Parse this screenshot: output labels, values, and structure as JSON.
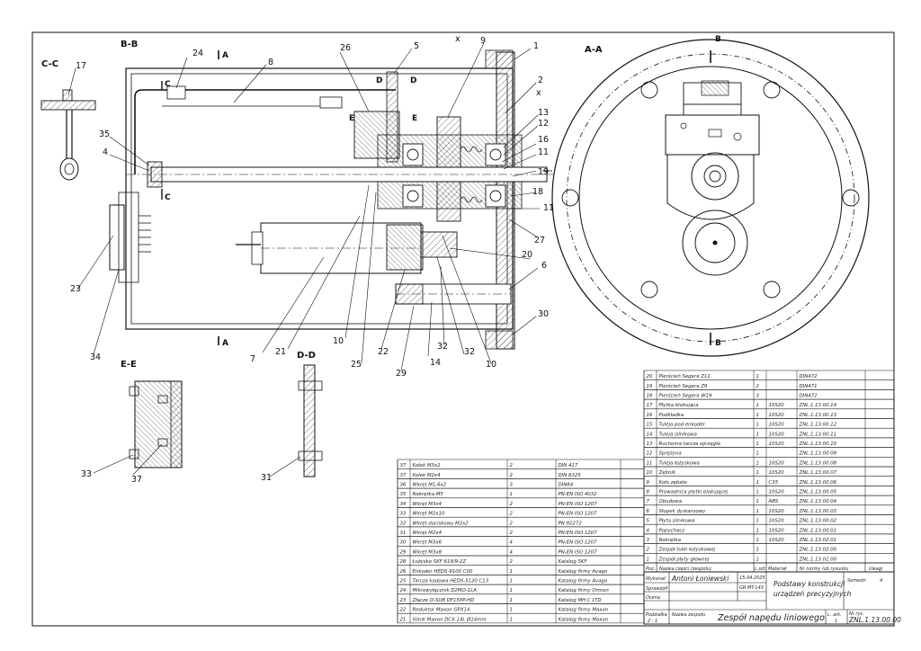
{
  "section_labels": {
    "bb": "B-B",
    "aa": "A-A",
    "cc": "C-C",
    "ee": "E-E",
    "dd": "D-D"
  },
  "cut_markers": {
    "a": "A",
    "b": "B",
    "c": "C",
    "d": "D",
    "e": "E",
    "x": "x"
  },
  "callouts": {
    "c1": "1",
    "c2": "2",
    "c4": "4",
    "c5": "5",
    "c6": "6",
    "c7": "7",
    "c8": "8",
    "c9": "9",
    "c10a": "10",
    "c10b": "10",
    "c11a": "11",
    "c11b": "11",
    "c12": "12",
    "c13": "13",
    "c14": "14",
    "c16": "16",
    "c17": "17",
    "c18": "18",
    "c19": "19",
    "c20": "20",
    "c21": "21",
    "c22": "22",
    "c23": "23",
    "c24": "24",
    "c25": "25",
    "c26": "26",
    "c27": "27",
    "c29": "29",
    "c30": "30",
    "c31": "31",
    "c32a": "32",
    "c32b": "32",
    "c33": "33",
    "c34": "34",
    "c35": "35",
    "c37": "37"
  },
  "bom_right": [
    {
      "no": "20",
      "name": "Pierścień Segera Z11",
      "qty": "1",
      "mat": "",
      "ref": "DIN472"
    },
    {
      "no": "19",
      "name": "Pierścień Segera Z9",
      "qty": "2",
      "mat": "",
      "ref": "DIN471"
    },
    {
      "no": "18",
      "name": "Pierścień Segera W19",
      "qty": "3",
      "mat": "",
      "ref": "DIN472"
    },
    {
      "no": "17",
      "name": "Płytka blokująca",
      "qty": "1",
      "mat": "10S20",
      "ref": "ZNL.1.13.00.14"
    },
    {
      "no": "16",
      "name": "Podkładka",
      "qty": "1",
      "mat": "10S20",
      "ref": "ZNL.1.13.00.13"
    },
    {
      "no": "15",
      "name": "Tuleja pod enkoder",
      "qty": "1",
      "mat": "10S20",
      "ref": "ZNL.1.13.00.12"
    },
    {
      "no": "14",
      "name": "Tuleja silnikowa",
      "qty": "1",
      "mat": "10S20",
      "ref": "ZNL.1.13.00.11"
    },
    {
      "no": "13",
      "name": "Ruchoma tarcza sprzęgła",
      "qty": "1",
      "mat": "10S20",
      "ref": "ZNL.1.13.00.10"
    },
    {
      "no": "12",
      "name": "Sprężyna",
      "qty": "1",
      "mat": "",
      "ref": "ZNL.1.13.00.09"
    },
    {
      "no": "11",
      "name": "Tuleja łożyskowa",
      "qty": "1",
      "mat": "10S20",
      "ref": "ZNL.1.13.00.08"
    },
    {
      "no": "10",
      "name": "Zębnik",
      "qty": "1",
      "mat": "10S20",
      "ref": "ZNL.1.13.00.07"
    },
    {
      "no": "9",
      "name": "Koło zębate",
      "qty": "1",
      "mat": "C35",
      "ref": "ZNL.1.13.00.06"
    },
    {
      "no": "8",
      "name": "Prowadnica płytki blokującej",
      "qty": "1",
      "mat": "10S20",
      "ref": "ZNL.1.13.00.05"
    },
    {
      "no": "7",
      "name": "Obudowa",
      "qty": "1",
      "mat": "ABS",
      "ref": "ZNL.1.13.00.04"
    },
    {
      "no": "6",
      "name": "Słupek dystansowy",
      "qty": "1",
      "mat": "10S20",
      "ref": "ZNL.1.13.00.03"
    },
    {
      "no": "5",
      "name": "Płyta silnikowa",
      "qty": "1",
      "mat": "10S20",
      "ref": "ZNL.1.13.00.02"
    },
    {
      "no": "4",
      "name": "Popychacz",
      "qty": "1",
      "mat": "10S20",
      "ref": "ZNL.1.13.00.01"
    },
    {
      "no": "3",
      "name": "Nakrętka",
      "qty": "1",
      "mat": "10S20",
      "ref": "ZNL.1.13.02.01"
    },
    {
      "no": "2",
      "name": "Zespół tulei łożyskowej",
      "qty": "1",
      "mat": "",
      "ref": "ZNL.1.13.02.00"
    },
    {
      "no": "1",
      "name": "Zespół płyty głównej",
      "qty": "1",
      "mat": "",
      "ref": "ZNL.1.13.01.00"
    }
  ],
  "bom_left": [
    {
      "no": "37",
      "name": "Kołek M3x2",
      "qty": "2",
      "ref": "DIN 417"
    },
    {
      "no": "37",
      "name": "Kołek M2x4",
      "qty": "2",
      "ref": "DIN 6325"
    },
    {
      "no": "36",
      "name": "Wkręt M1,6x2",
      "qty": "3",
      "ref": "DIN84"
    },
    {
      "no": "35",
      "name": "Nakrętka M5",
      "qty": "1",
      "ref": "PN-EN ISO 4032"
    },
    {
      "no": "34",
      "name": "Wkręt M3x4",
      "qty": "2",
      "ref": "PN-EN ISO 1207"
    },
    {
      "no": "33",
      "name": "Wkręt M2x10",
      "qty": "2",
      "ref": "PN-EN ISO 1207"
    },
    {
      "no": "32",
      "name": "Wkręt dociskowy M2x2",
      "qty": "2",
      "ref": "PN 92272"
    },
    {
      "no": "31",
      "name": "Wkręt M2x4",
      "qty": "2",
      "ref": "PN-EN ISO 1207"
    },
    {
      "no": "30",
      "name": "Wkręt M3x6",
      "qty": "4",
      "ref": "PN-EN ISO 1207"
    },
    {
      "no": "29",
      "name": "Wkręt M3x8",
      "qty": "4",
      "ref": "PN-EN ISO 1207"
    },
    {
      "no": "28",
      "name": "Łożysko SKF 619/9-2Z",
      "qty": "2",
      "ref": "Katalog SKF"
    },
    {
      "no": "26",
      "name": "Enkoder HEDS-9100 C00",
      "qty": "1",
      "ref": "Katalog firmy Avago"
    },
    {
      "no": "25",
      "name": "Tarcza kodowa HEDS-5120 C13",
      "qty": "1",
      "ref": "Katalog firmy Avago"
    },
    {
      "no": "24",
      "name": "Mikrowyłącznik D2MQ-1LA",
      "qty": "1",
      "ref": "Katalog firmy Omron"
    },
    {
      "no": "23",
      "name": "Złącze D-SUB DF15PP-HD",
      "qty": "1",
      "ref": "Katalog MH C LTD"
    },
    {
      "no": "22",
      "name": "Reduktor Maxon GPX14",
      "qty": "1",
      "ref": "Katalog firmy Maxon"
    },
    {
      "no": "21",
      "name": "Silnik Maxon DCX 14L Ø14mm",
      "qty": "1",
      "ref": "Katalog firmy Maxon"
    }
  ],
  "bom_header": {
    "poz": "Poz.",
    "name": "Nazwa części (zespołu)",
    "qty": "L.szt.",
    "mat": "Materiał",
    "ref": "Nr normy lub rysunku",
    "note": "Uwagi"
  },
  "title_block": {
    "drawn_label": "Wykonał",
    "drawn_by": "Antoni Łoniewski",
    "date": "15.04.2025",
    "group": "GR.MT-143",
    "checked_label": "Sprawdził",
    "approved_label": "Ocena",
    "subject_line1": "Podstawy konstrukcji",
    "subject_line2": "urządzeń precyzyjnych",
    "semester_label": "Semestr",
    "semester": "4",
    "scale_label": "Podziałka",
    "scale": "2 : 1",
    "assembly_label": "Nazwa zespołu",
    "title": "Zespół napędu liniowego",
    "sheets_label": "L. ark.",
    "sheets": "1",
    "drawing_no_label": "Nr rys.",
    "drawing_no": "ZNL.1.13.00.00"
  }
}
